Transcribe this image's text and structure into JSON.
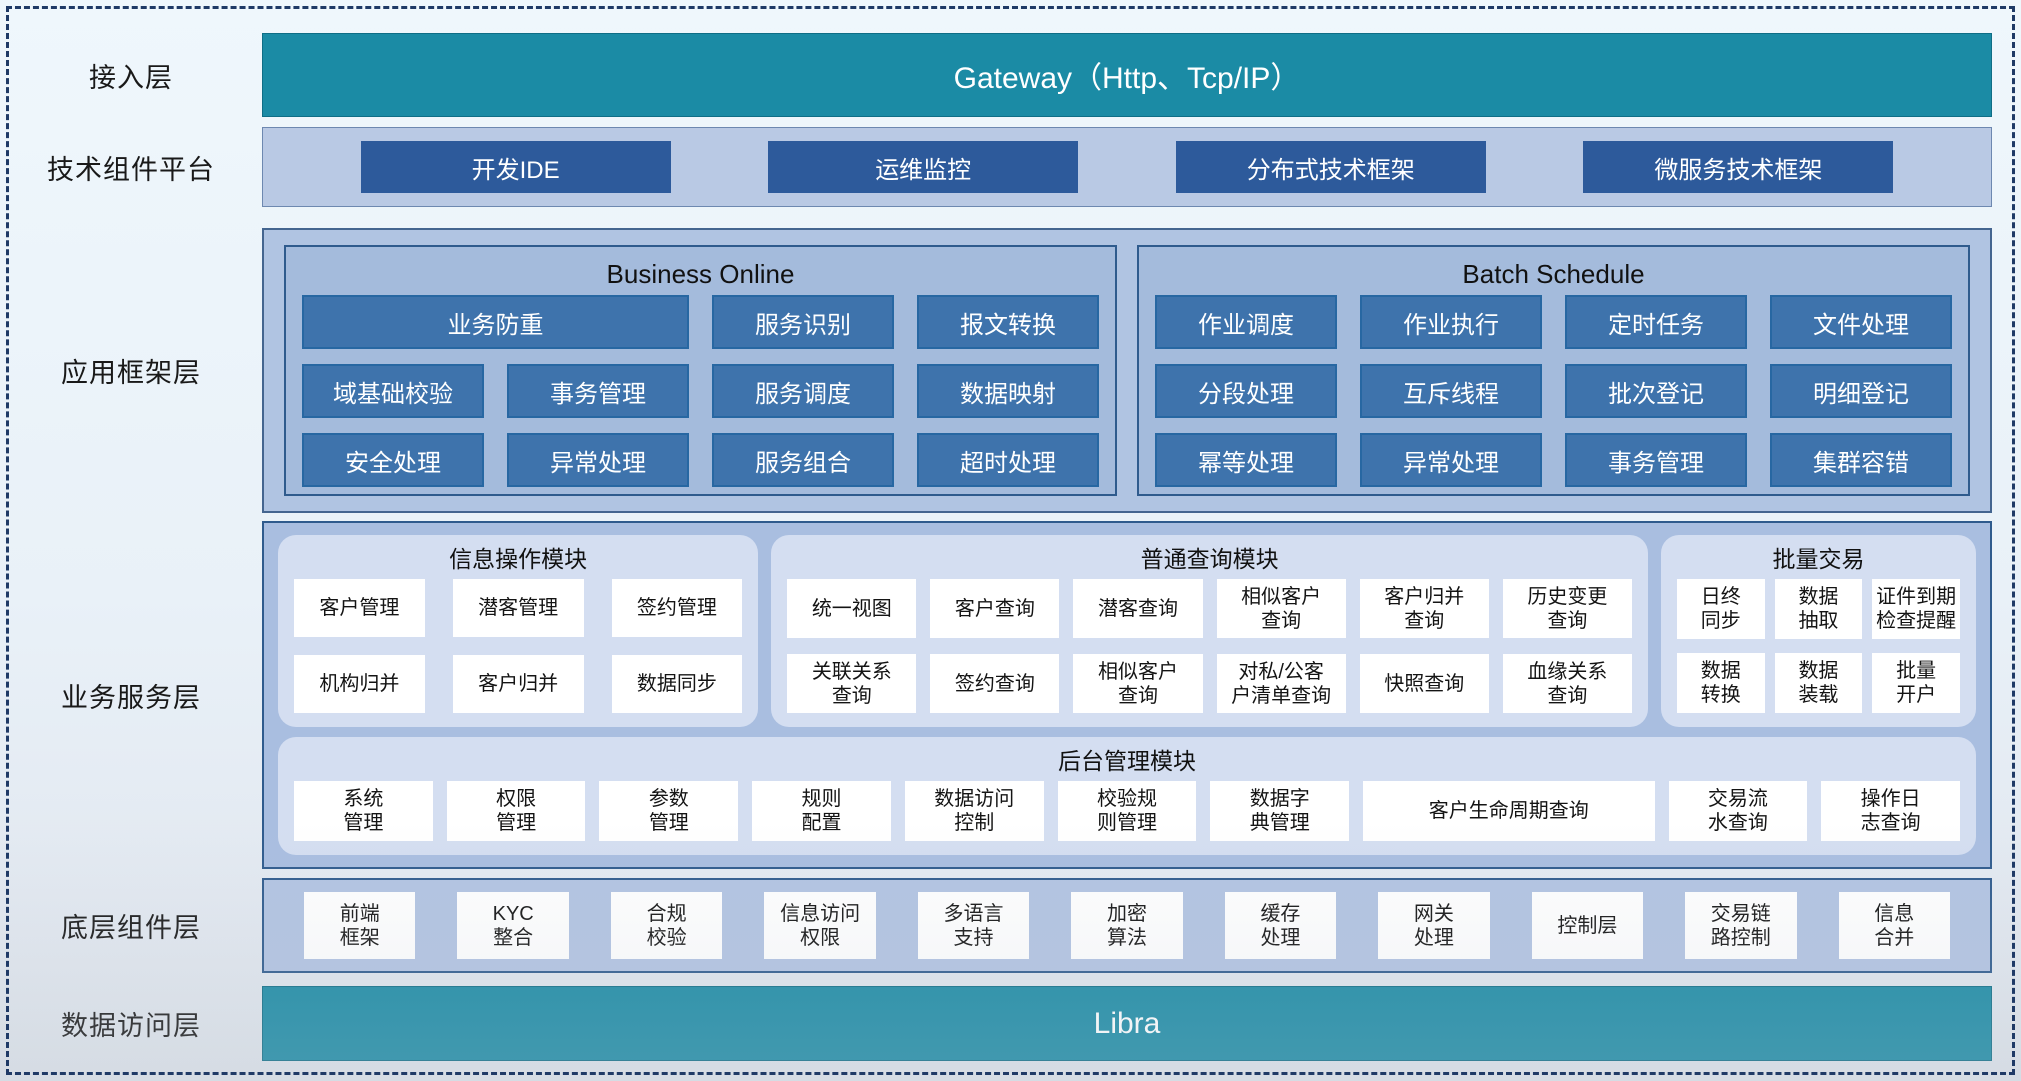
{
  "colors": {
    "teal": "#1b8ba5",
    "teal_border": "#0f6e86",
    "dark_blue": "#2d5a9b",
    "steel_blue": "#3e73ac",
    "steel_border": "#2767a2",
    "panel_bg": "#a4bbdc",
    "panel_border": "#2f5b8d",
    "container_bg": "#b0c4e2",
    "container_border": "#44658f",
    "module_bg": "#d4def1",
    "canvas_border": "#1f3a66"
  },
  "layers": {
    "access": {
      "label": "接入层",
      "gateway": "Gateway（Http、Tcp/IP）"
    },
    "tech_platform": {
      "label": "技术组件平台",
      "items": [
        "开发IDE",
        "运维监控",
        "分布式技术框架",
        "微服务技术框架"
      ]
    },
    "app_framework": {
      "label": "应用框架层",
      "business_online": {
        "title": "Business Online",
        "items": [
          {
            "label": "业务防重",
            "span": 2
          },
          "服务识别",
          "报文转换",
          "域基础校验",
          "事务管理",
          "服务调度",
          "数据映射",
          "安全处理",
          "异常处理",
          "服务组合",
          "超时处理"
        ]
      },
      "batch_schedule": {
        "title": "Batch Schedule",
        "items": [
          "作业调度",
          "作业执行",
          "定时任务",
          "文件处理",
          "分段处理",
          "互斥线程",
          "批次登记",
          "明细登记",
          "幂等处理",
          "异常处理",
          "事务管理",
          "集群容错"
        ]
      }
    },
    "business_service": {
      "label": "业务服务层",
      "info_module": {
        "title": "信息操作模块",
        "items": [
          "客户管理",
          "潜客管理",
          "签约管理",
          "机构归并",
          "客户归并",
          "数据同步"
        ]
      },
      "query_module": {
        "title": "普通查询模块",
        "items": [
          "统一视图",
          "客户查询",
          "潜客查询",
          "相似客户\n查询",
          "客户归并\n查询",
          "历史变更\n查询",
          "关联关系\n查询",
          "签约查询",
          "相似客户\n查询",
          "对私/公客\n户清单查询",
          "快照查询",
          "血缘关系\n查询"
        ]
      },
      "batch_module": {
        "title": "批量交易",
        "items": [
          "日终\n同步",
          "数据\n抽取",
          "证件到期\n检查提醒",
          "数据\n转换",
          "数据\n装载",
          "批量\n开户"
        ]
      },
      "admin_module": {
        "title": "后台管理模块",
        "items": [
          "系统\n管理",
          "权限\n管理",
          "参数\n管理",
          "规则\n配置",
          "数据访问\n控制",
          "校验规\n则管理",
          "数据字\n典管理",
          {
            "label": "客户生命周期查询",
            "span": 2
          },
          "交易流\n水查询",
          "操作日\n志查询"
        ]
      }
    },
    "base_components": {
      "label": "底层组件层",
      "items": [
        "前端\n框架",
        "KYC\n整合",
        "合规\n校验",
        "信息访问\n权限",
        "多语言\n支持",
        "加密\n算法",
        "缓存\n处理",
        "网关\n处理",
        "控制层",
        "交易链\n路控制",
        "信息\n合并"
      ]
    },
    "data_access": {
      "label": "数据访问层",
      "bar": "Libra"
    }
  }
}
